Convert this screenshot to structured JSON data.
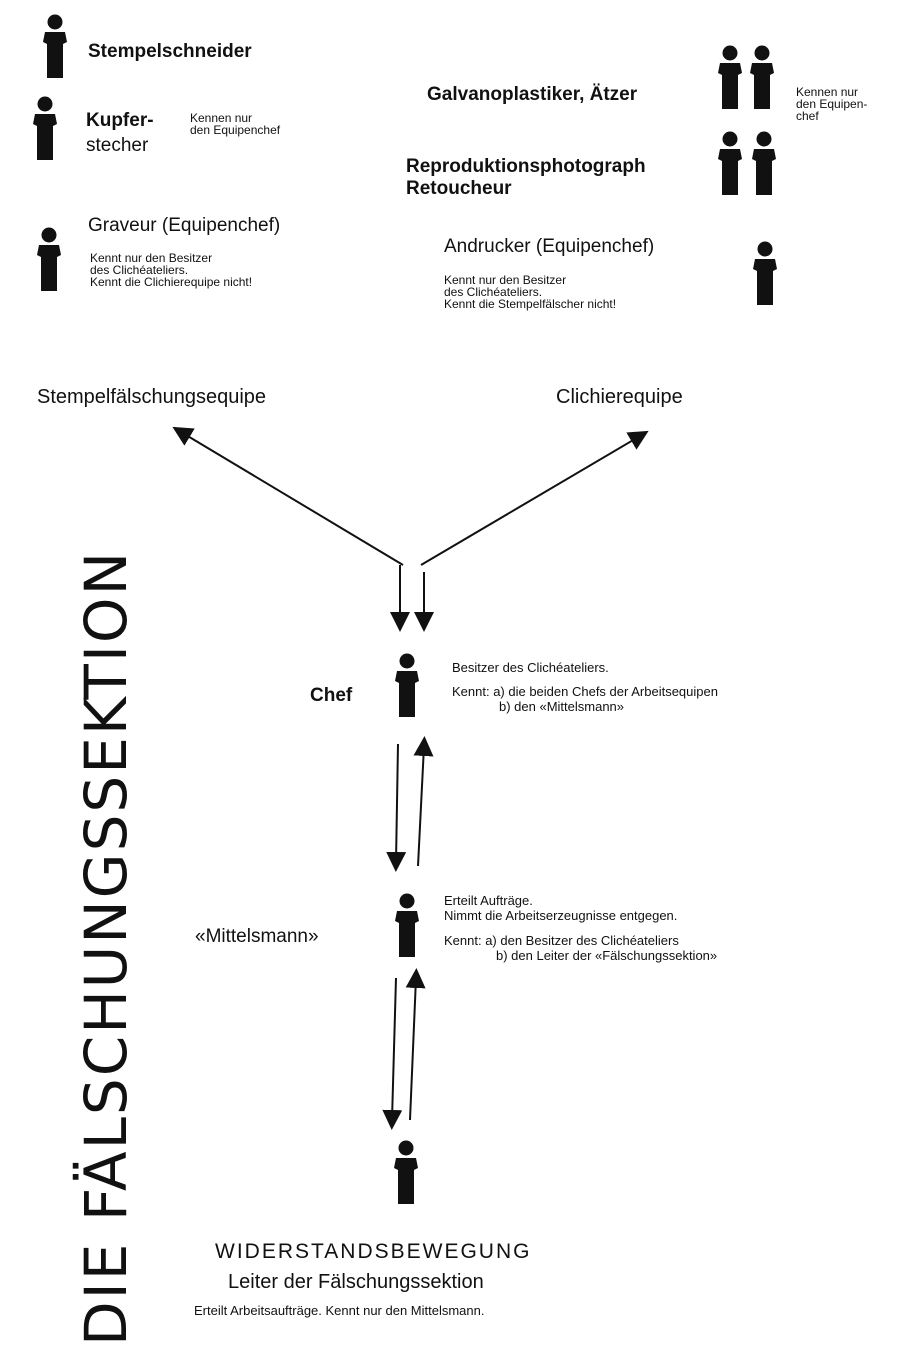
{
  "section_title": "DIE FÄLSCHUNGSSEKTION",
  "stempel_team": {
    "stempelschneider": "Stempelschneider",
    "kupferstecher_line1": "Kupfer-",
    "kupferstecher_line2": "stecher",
    "kupferstecher_note_line1": "Kennen nur",
    "kupferstecher_note_line2": "den Equipenchef",
    "graveur": "Graveur (Equipenchef)",
    "graveur_note_line1": "Kennt nur den Besitzer",
    "graveur_note_line2": "des Clichéateliers.",
    "graveur_note_line3": "Kennt die Clichierequipe nicht!"
  },
  "cliche_team": {
    "galvanoplastiker": "Galvanoplastiker, Ätzer",
    "galvano_note_line1": "Kennen nur",
    "galvano_note_line2": "den Equipen-",
    "galvano_note_line3": "chef",
    "repro_line1": "Reproduktionsphotograph",
    "repro_line2": "Retoucheur",
    "andrucker": "Andrucker (Equipenchef)",
    "andrucker_note_line1": "Kennt nur den Besitzer",
    "andrucker_note_line2": "des Clichéateliers.",
    "andrucker_note_line3": "Kennt die Stempelfälscher nicht!"
  },
  "teams": {
    "left_label": "Stempelfälschungsequipe",
    "right_label": "Clichierequipe"
  },
  "chef": {
    "label": "Chef",
    "note_line1": "Besitzer des Clichéateliers.",
    "note_line2": "Kennt: a) die beiden Chefs der Arbeitsequipen",
    "note_line3": "b) den «Mittelsmann»"
  },
  "mittelsmann": {
    "label": "«Mittelsmann»",
    "note_line1": "Erteilt Aufträge.",
    "note_line2": "Nimmt die Arbeitserzeugnisse entgegen.",
    "note_line3": "Kennt: a) den Besitzer des Clichéateliers",
    "note_line4": "b) den Leiter der «Fälschungssektion»"
  },
  "leiter": {
    "title": "WIDERSTANDSBEWEGUNG",
    "subtitle": "Leiter der Fälschungssektion",
    "note": "Erteilt Arbeitsaufträge. Kennt nur den Mittelsmann."
  },
  "colors": {
    "ink": "#111111",
    "background": "#ffffff"
  }
}
